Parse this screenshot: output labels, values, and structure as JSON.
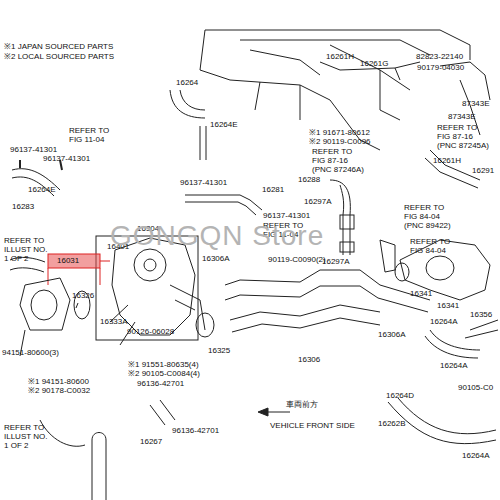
{
  "diagram": {
    "labels": [
      "※1 JAPAN SOURCED PARTS",
      "※2 LOCAL SOURCED PARTS",
      "16261H",
      "16261G",
      "82823-22140",
      "90179-04030",
      "16264",
      "REFER TO",
      "FIG 11-04",
      "96137-41301",
      "96137-41301",
      "16264E",
      "※1 91671-80612",
      "※2 90119-C0096",
      "REFER TO",
      "FIG 87-16",
      "(PNC 87246A)",
      "87343E",
      "87343E",
      "REFER TO",
      "FIG 87-16",
      "(PNC 87245A)",
      "16261H",
      "16291",
      "16264E",
      "96137-41301",
      "16288",
      "16281",
      "16297A",
      "16283",
      "96137-41301",
      "REFER TO",
      "FIG 11-04",
      "REFER TO",
      "FIG 84-04",
      "(PNC 89422)",
      "REFER TO",
      "FIG 84-04",
      "16304",
      "16401",
      "REFER TO",
      "ILLUST NO.",
      "1 OF 2",
      "16031",
      "16306A",
      "90119-C0090(2)",
      "16297A",
      "16341",
      "16341",
      "16356",
      "16326",
      "16333A",
      "16306A",
      "16264A",
      "90126-06028",
      "16325",
      "16306",
      "94151-80600(3)",
      "16264A",
      "※1 91551-80635(4)",
      "※2 90105-C0084(4)",
      "96136-42701",
      "※1 94151-80600",
      "※2 90178-C0032",
      "90105-C0",
      "16264D",
      "車両前方",
      "VEHICLE FRONT SIDE",
      "16262B",
      "REFER TO",
      "ILLUST NO.",
      "1 OF 2",
      "96136-42701",
      "16267",
      "16264A",
      "GONGQN Store"
    ]
  }
}
